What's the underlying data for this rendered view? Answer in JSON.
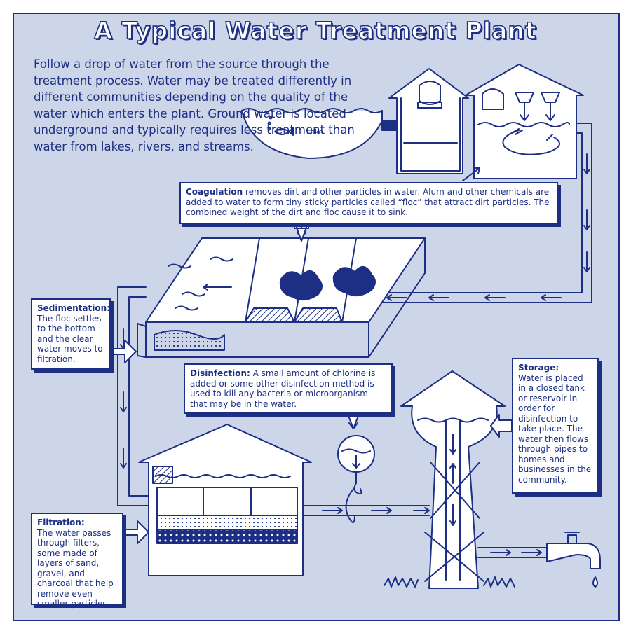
{
  "title": "A Typical Water Treatment Plant",
  "intro": "Follow a drop of water from the source through the treatment process. Water may be treated differently in different communities depending on the quality of the water which enters the plant. Ground water is located underground and typically requires less treatment than water from lakes, rivers, and streams.",
  "lake_label": "Lake",
  "coagulation": {
    "heading": "Coagulation",
    "text": " removes dirt and other particles in water. Alum and other chemicals are added to water to form tiny sticky particles called “floc” that attract dirt particles. The combined weight of the dirt and floc cause it to sink."
  },
  "sedimentation": {
    "heading": "Sedimentation:",
    "text": "The floc settles to the bottom and the clear water moves to filtration."
  },
  "disinfection": {
    "heading": "Disinfection:",
    "text": " A small amount of chlorine is added or some other disinfection method is used to kill any bacteria or microorganism that may be in the water."
  },
  "storage": {
    "heading": "Storage:",
    "text": "Water is placed in a closed tank or reservoir in order for disinfection to take place. The water then flows through pipes to homes and businesses in the community."
  },
  "filtration": {
    "heading": "Filtration:",
    "text": "The water passes through filters, some made of layers of sand, gravel, and charcoal that help remove even smaller particles."
  },
  "colors": {
    "background": "#cdd5e8",
    "ink": "#1c2f84",
    "paper": "#ffffff"
  }
}
